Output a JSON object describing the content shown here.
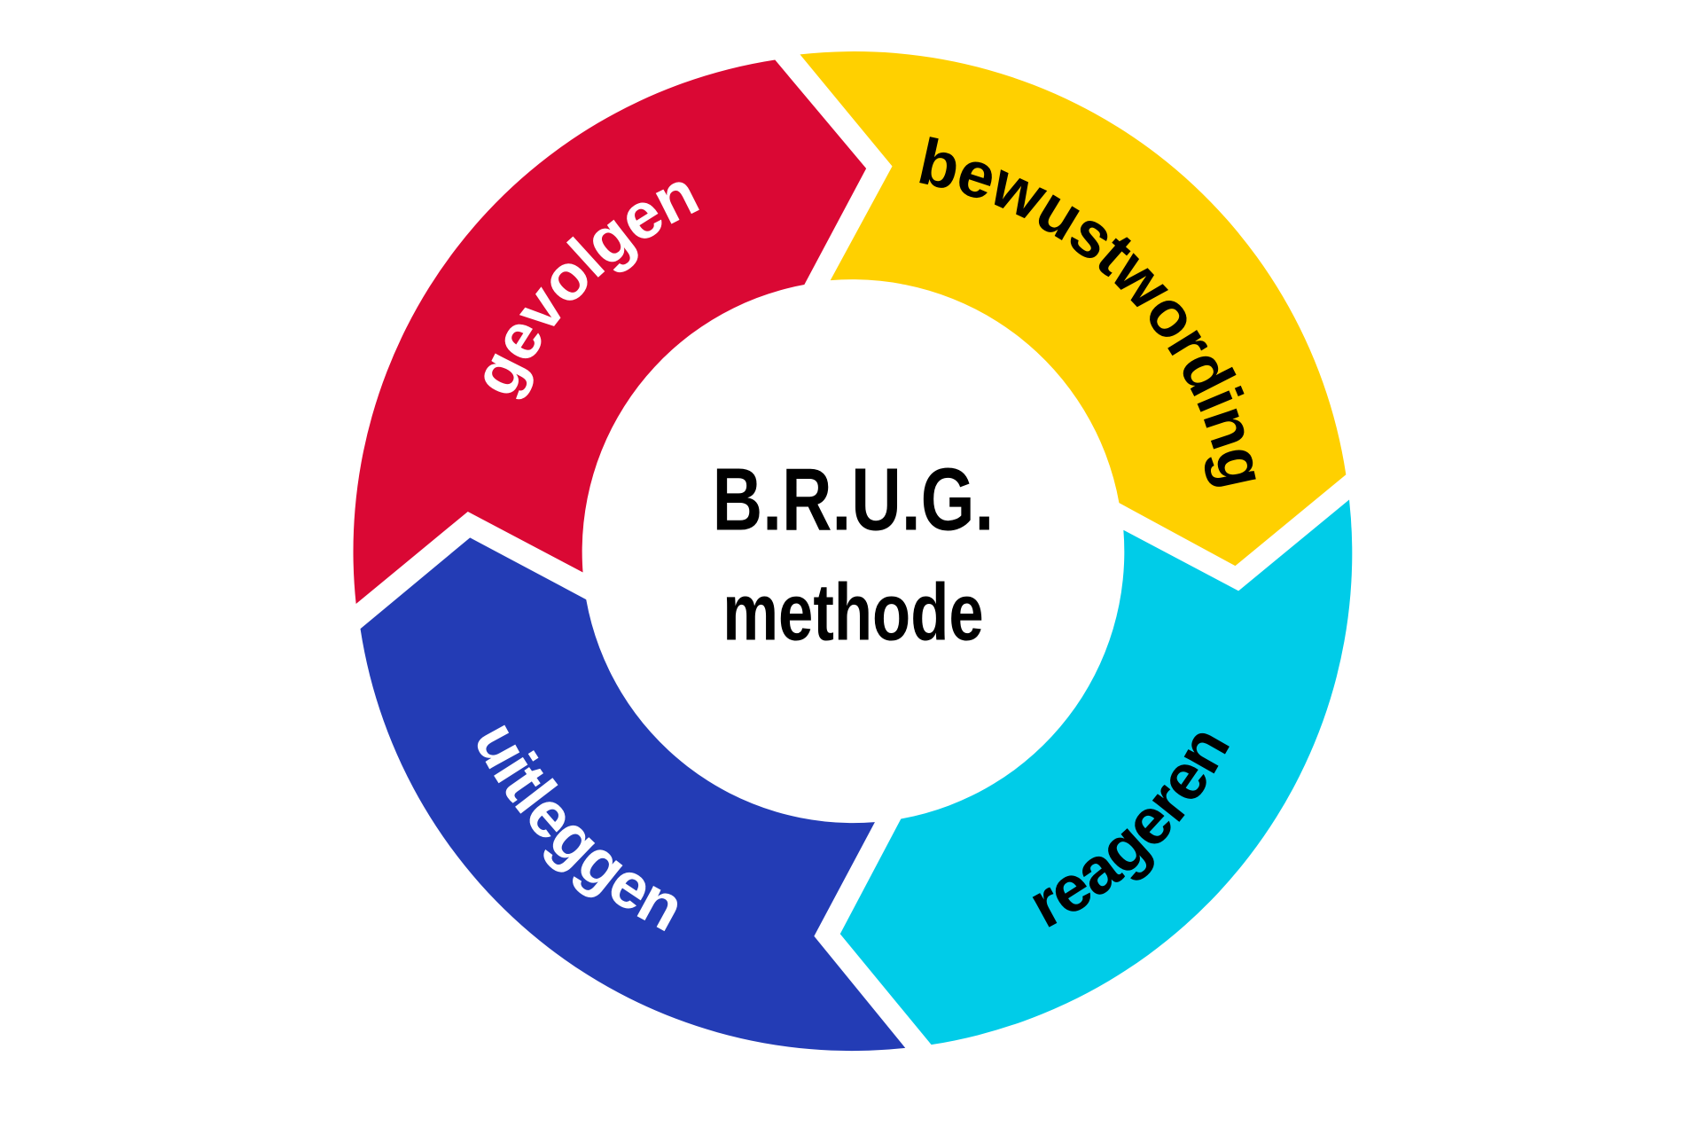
{
  "title": "B.R.U.G.",
  "subtitle": "methode",
  "segments": [
    {
      "label": "bewustwording",
      "color": "#FFD000",
      "text_color": "#000000"
    },
    {
      "label": "reageren",
      "color": "#00CCE8",
      "text_color": "#000000"
    },
    {
      "label": "uitleggen",
      "color": "#233CB5",
      "text_color": "#FFFFFF"
    },
    {
      "label": "gevolgen",
      "color": "#DA0834",
      "text_color": "#FFFFFF"
    }
  ]
}
